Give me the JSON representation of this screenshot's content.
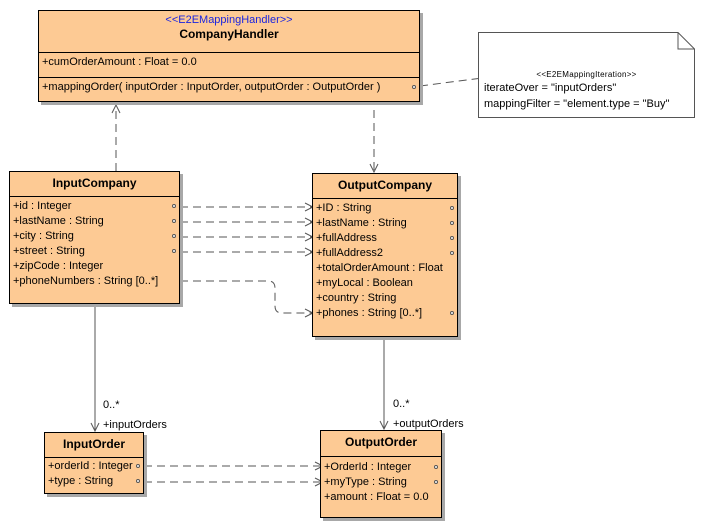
{
  "handler": {
    "stereotype": "<<E2EMappingHandler>>",
    "name": "CompanyHandler",
    "attributes": [
      "+cumOrderAmount : Float = 0.0"
    ],
    "operations": [
      "+mappingOrder( inputOrder : InputOrder, outputOrder : OutputOrder )"
    ]
  },
  "note": {
    "stereotype": "<<E2EMappingIteration>>",
    "lines": [
      "iterateOver = \"inputOrders\"",
      "mappingFilter = \"element.type = \"Buy\""
    ]
  },
  "input_company": {
    "name": "InputCompany",
    "attributes": [
      "+id : Integer",
      "+lastName : String",
      "+city : String",
      "+street : String",
      "+zipCode : Integer",
      "+phoneNumbers : String [0..*]"
    ]
  },
  "output_company": {
    "name": "OutputCompany",
    "attributes": [
      "+ID : String",
      "+lastName : String",
      "+fullAddress",
      "+fullAddress2",
      "+totalOrderAmount : Float",
      "+myLocal : Boolean",
      "+country : String",
      "+phones : String [0..*]"
    ]
  },
  "input_order": {
    "name": "InputOrder",
    "attributes": [
      "+orderId : Integer",
      "+type : String"
    ]
  },
  "output_order": {
    "name": "OutputOrder",
    "attributes": [
      "+OrderId : Integer",
      "+myType : String",
      "+amount : Float = 0.0"
    ]
  },
  "associations": {
    "input": {
      "multiplicity": "0..*",
      "role": "+inputOrders"
    },
    "output": {
      "multiplicity": "0..*",
      "role": "+outputOrders"
    }
  }
}
